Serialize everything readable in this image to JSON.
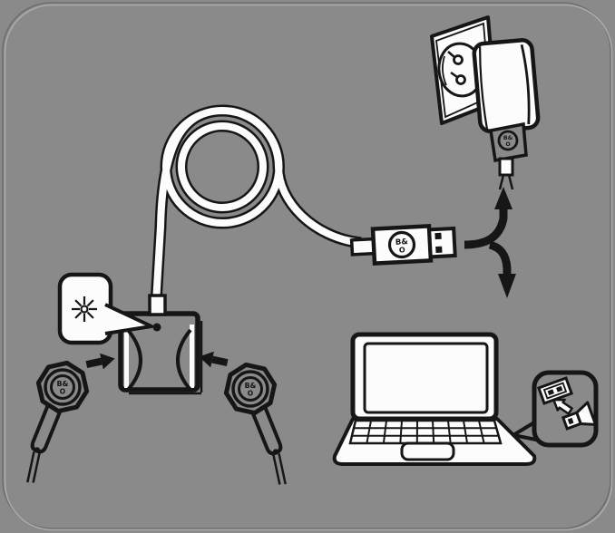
{
  "colors": {
    "background": "#8a8a8a",
    "line": "#161616",
    "white": "#fcfcfc",
    "panel_border_dark": "#6e6e6e",
    "panel_border_light": "#ababab"
  },
  "branding": {
    "logo_top": "B&",
    "logo_bottom": "O"
  },
  "scene": {
    "objects": [
      "usb-charging-cable-coil",
      "usb-plug",
      "split-arrow",
      "wall-outlet",
      "power-adapter",
      "laptop",
      "laptop-usb-port-callout",
      "charging-cradle",
      "indicator-light-callout",
      "left-earphone",
      "right-earphone",
      "insert-arrows"
    ]
  }
}
